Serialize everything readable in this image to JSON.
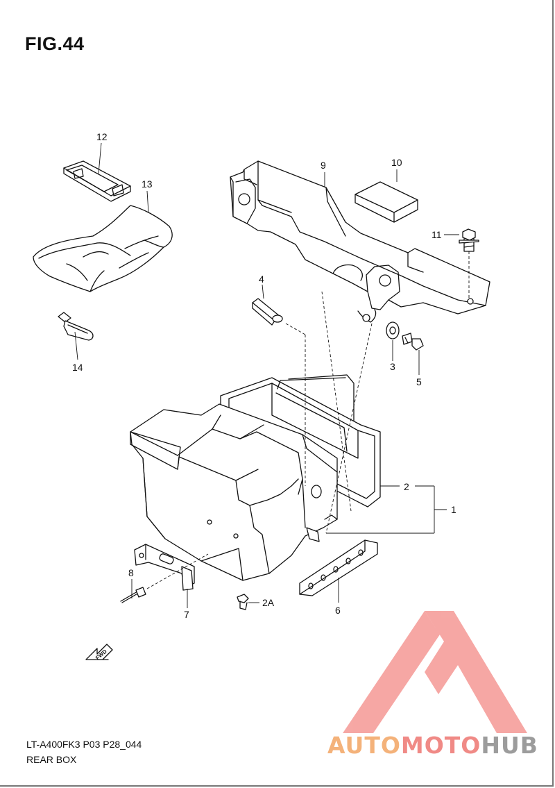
{
  "figure": {
    "title": "FIG.44",
    "code": "LT-A400FK3 P03 P28_044",
    "name": "REAR BOX"
  },
  "callouts": {
    "c1": "1",
    "c2": "2",
    "c2a": "2A",
    "c3": "3",
    "c4": "4",
    "c5": "5",
    "c6": "6",
    "c7": "7",
    "c8": "8",
    "c9": "9",
    "c10": "10",
    "c11": "11",
    "c12": "12",
    "c13": "13",
    "c14": "14"
  },
  "fwd_label": "FWD",
  "watermark": {
    "part1": "AUTO",
    "part2": "MOTO",
    "part3": "HUB",
    "colors": {
      "orange": "#f4b27a",
      "red": "#f08a86",
      "gray": "#9c9c9c"
    }
  }
}
